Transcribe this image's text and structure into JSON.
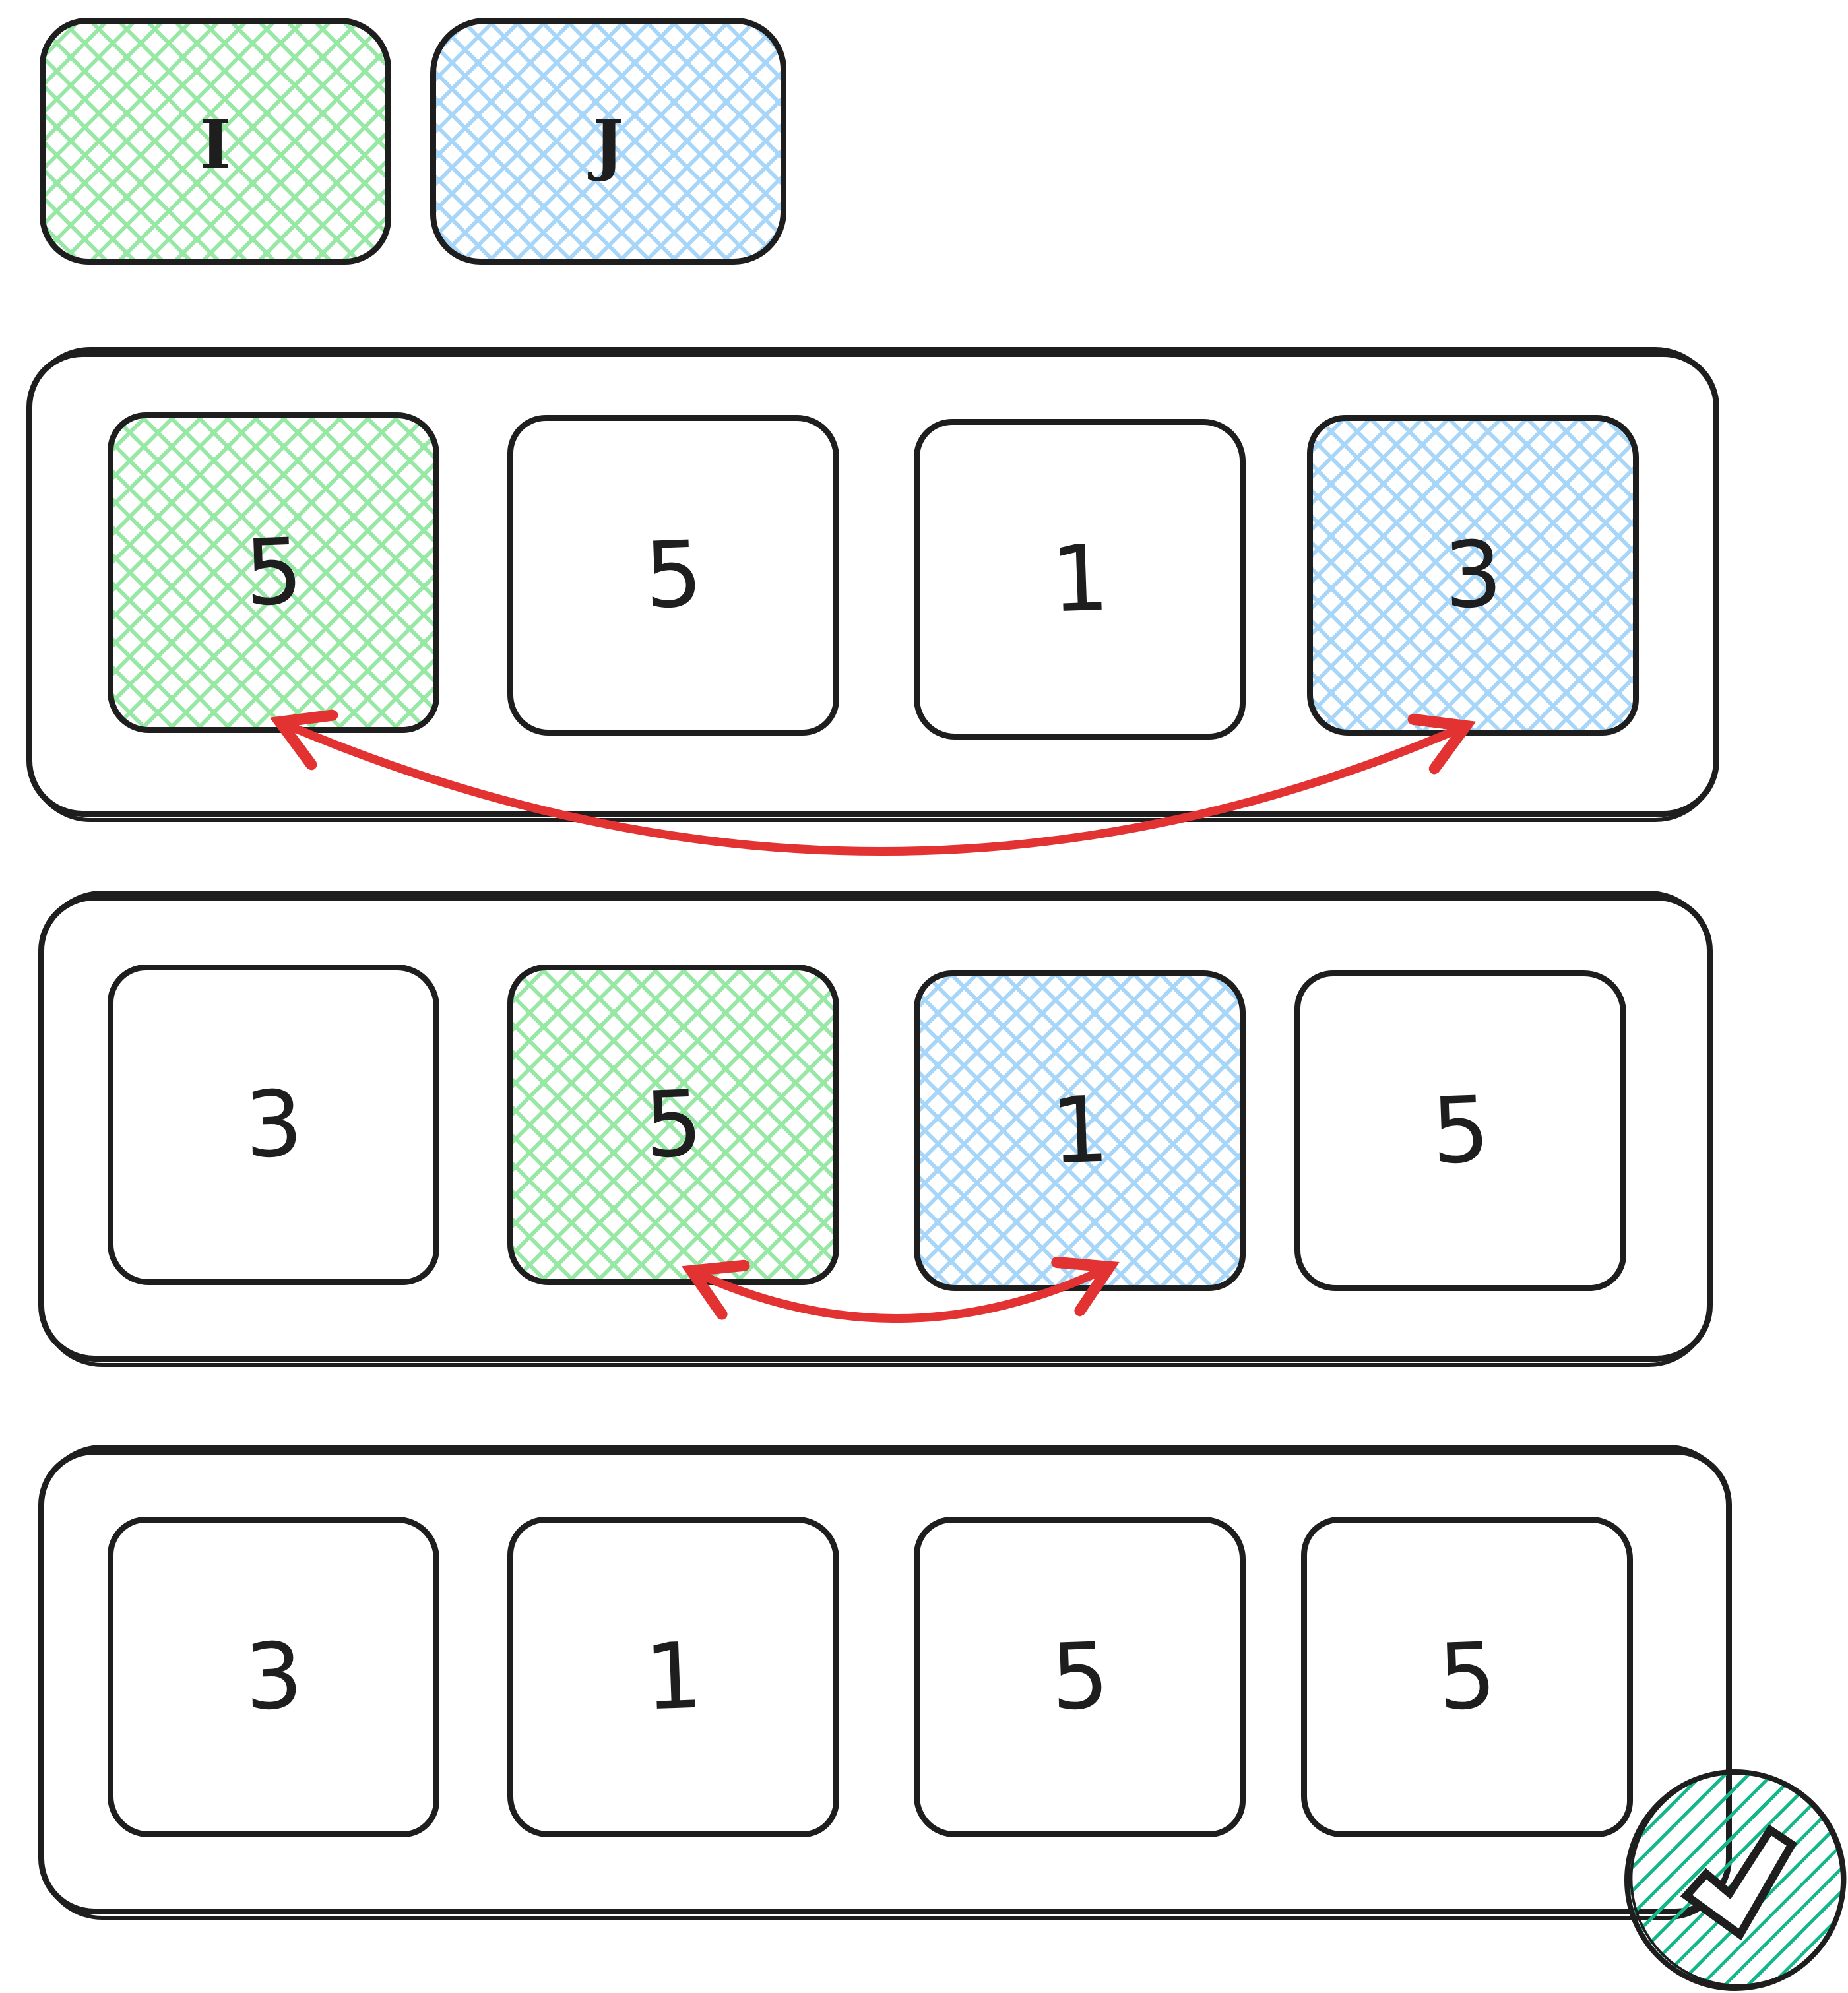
{
  "colors": {
    "ink": "#1e1e1e",
    "green": "#97e8a5",
    "blue": "#a8d6f8",
    "red": "#e23232",
    "teal": "#14b789",
    "background": "#ffffff"
  },
  "legend": {
    "i": {
      "label": "I",
      "fill": "green"
    },
    "j": {
      "label": "J",
      "fill": "blue"
    }
  },
  "rows": [
    {
      "cells": [
        {
          "value": "5",
          "fill": "green"
        },
        {
          "value": "5",
          "fill": "none"
        },
        {
          "value": "1",
          "fill": "none"
        },
        {
          "value": "3",
          "fill": "blue"
        }
      ],
      "swap_arrow": {
        "from_cell": 0,
        "to_cell": 3
      }
    },
    {
      "cells": [
        {
          "value": "3",
          "fill": "none"
        },
        {
          "value": "5",
          "fill": "green"
        },
        {
          "value": "1",
          "fill": "blue"
        },
        {
          "value": "5",
          "fill": "none"
        }
      ],
      "swap_arrow": {
        "from_cell": 1,
        "to_cell": 2
      }
    },
    {
      "cells": [
        {
          "value": "3",
          "fill": "none"
        },
        {
          "value": "1",
          "fill": "none"
        },
        {
          "value": "5",
          "fill": "none"
        },
        {
          "value": "5",
          "fill": "none"
        }
      ],
      "status_icon": "checkmark"
    }
  ]
}
